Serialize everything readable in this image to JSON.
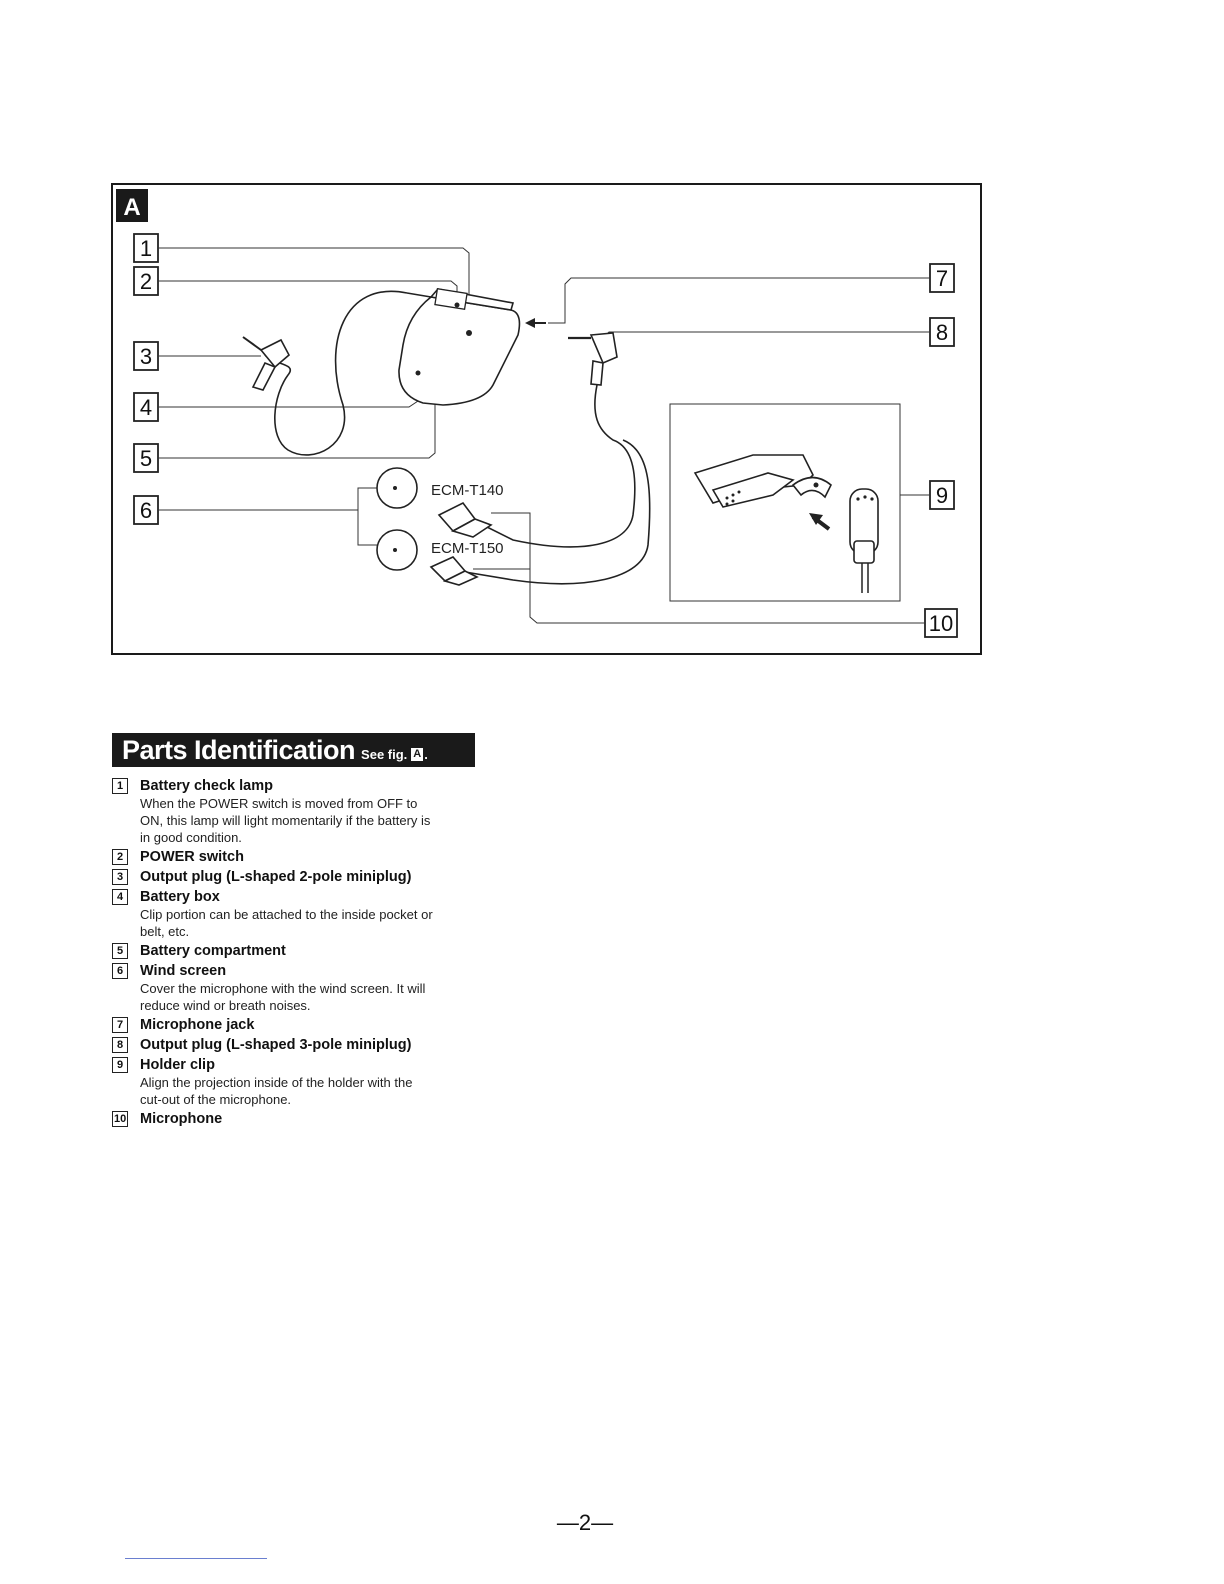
{
  "figure": {
    "label": "A",
    "callouts": [
      "1",
      "2",
      "3",
      "4",
      "5",
      "6",
      "7",
      "8",
      "9",
      "10"
    ],
    "models": [
      "ECM-T140",
      "ECM-T150"
    ]
  },
  "section": {
    "title": "Parts Identification",
    "see_text": "See fig.",
    "fig_ref": "A",
    "trailing": "."
  },
  "parts": [
    {
      "num": "1",
      "name": "Battery check lamp",
      "desc": [
        "When the POWER switch is moved from OFF to",
        "ON, this lamp will light momentarily if the battery is",
        "in good condition."
      ]
    },
    {
      "num": "2",
      "name": "POWER switch",
      "desc": []
    },
    {
      "num": "3",
      "name": "Output plug (L-shaped 2-pole miniplug)",
      "desc": []
    },
    {
      "num": "4",
      "name": "Battery box",
      "desc": [
        "Clip portion can be attached to the inside pocket or",
        "belt, etc."
      ]
    },
    {
      "num": "5",
      "name": "Battery compartment",
      "desc": []
    },
    {
      "num": "6",
      "name": "Wind screen",
      "desc": [
        "Cover the microphone with the wind screen. It will",
        "reduce wind or breath noises."
      ]
    },
    {
      "num": "7",
      "name": "Microphone jack",
      "desc": []
    },
    {
      "num": "8",
      "name": "Output plug (L-shaped 3-pole miniplug)",
      "desc": []
    },
    {
      "num": "9",
      "name": "Holder clip",
      "desc": [
        "Align the projection inside of the holder with the",
        "cut-out of the microphone."
      ]
    },
    {
      "num": "10",
      "name": "Microphone",
      "desc": []
    }
  ],
  "page_number": "—2—"
}
